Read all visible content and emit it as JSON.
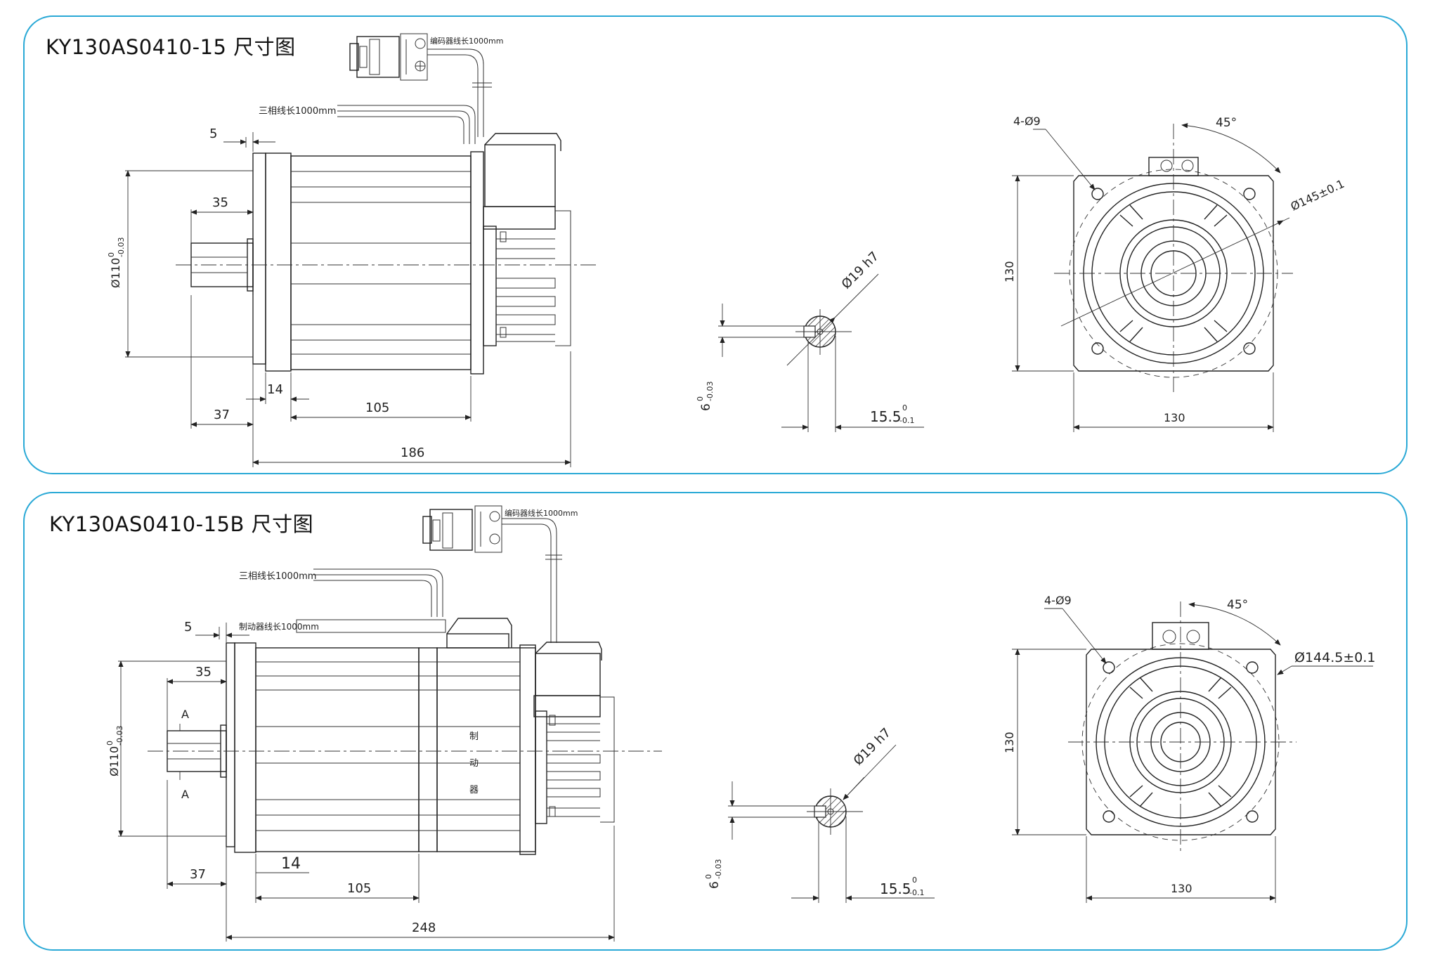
{
  "drawings": [
    {
      "title": "KY130AS0410-15 尺寸图",
      "encoder_cable": "编码器线长1000mm",
      "power_cable": "三相线长1000mm",
      "side_dims": {
        "flange_thk": "5",
        "shaft_len": "35",
        "pilot_dia": "Ø110",
        "pilot_tol_upper": "0",
        "pilot_tol_lower": "-0.03",
        "flange": "14",
        "body": "105",
        "total_left": "37",
        "overall": "186"
      },
      "shaft_dims": {
        "dia": "Ø19 h7",
        "key_width": "6",
        "key_tol_upper": "0",
        "key_tol_lower": "-0.03",
        "key_depth": "15.5",
        "depth_tol_upper": "0",
        "depth_tol_lower": "-0.1"
      },
      "front_dims": {
        "holes": "4-Ø9",
        "angle": "45°",
        "pcd": "Ø145±0.1",
        "height": "130",
        "width": "130"
      }
    },
    {
      "title": "KY130AS0410-15B 尺寸图",
      "encoder_cable": "编码器线长1000mm",
      "power_cable": "三相线长1000mm",
      "brake_cable": "制动器线长1000mm",
      "brake_label": [
        "制",
        "动",
        "器"
      ],
      "section_mark": "A",
      "side_dims": {
        "flange_thk": "5",
        "shaft_len": "35",
        "pilot_dia": "Ø110",
        "pilot_tol_upper": "0",
        "pilot_tol_lower": "-0.03",
        "flange": "14",
        "body": "105",
        "total_left": "37",
        "overall": "248"
      },
      "shaft_dims": {
        "dia": "Ø19 h7",
        "key_width": "6",
        "key_tol_upper": "0",
        "key_tol_lower": "-0.03",
        "key_depth": "15.5",
        "depth_tol_upper": "0",
        "depth_tol_lower": "-0.1"
      },
      "front_dims": {
        "holes": "4-Ø9",
        "angle": "45°",
        "pcd": "Ø144.5±0.1",
        "height": "130",
        "width": "130"
      }
    }
  ],
  "colors": {
    "panel_border": "#2aa9d6",
    "line": "#222222"
  }
}
